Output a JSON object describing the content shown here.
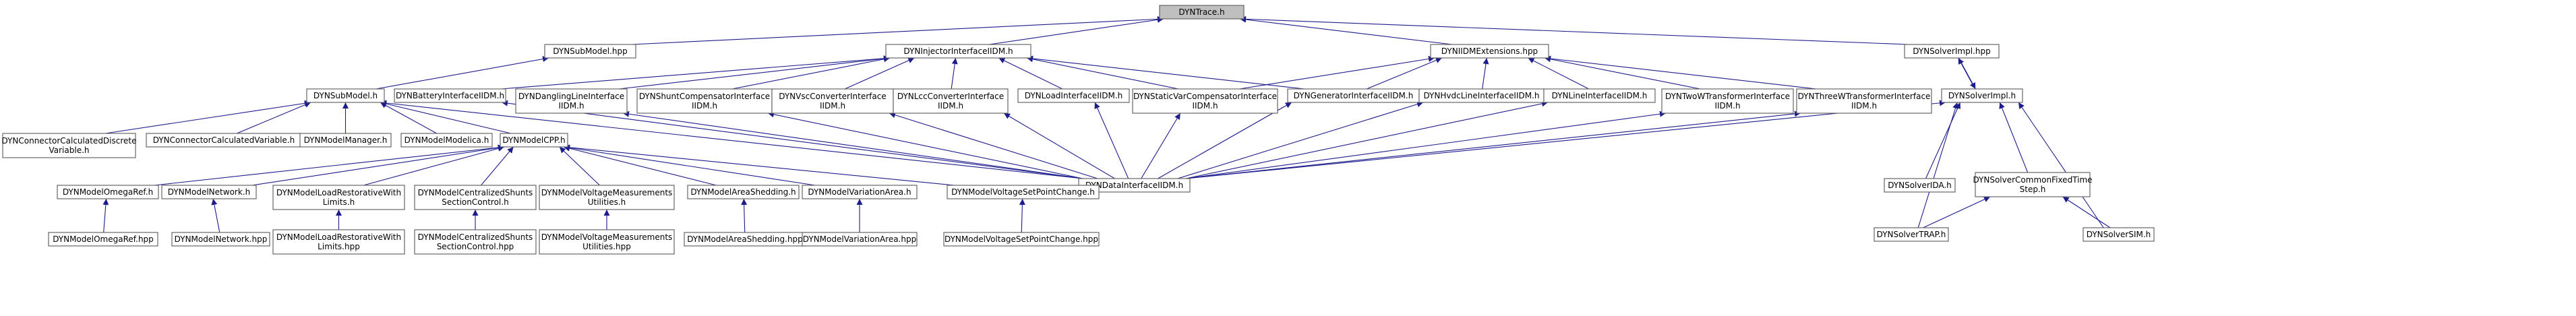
{
  "colors": {
    "edge": "#1c1c8c",
    "node_fill": "#ffffff",
    "root_fill": "#bfbfbf",
    "node_border": "#666666",
    "text": "#000000"
  },
  "nodes": {
    "trace": {
      "lines": [
        "DYNTrace.h"
      ],
      "root": true
    },
    "submodel_hpp": {
      "lines": [
        "DYNSubModel.hpp"
      ]
    },
    "injector": {
      "lines": [
        "DYNInjectorInterfaceIIDM.h"
      ]
    },
    "iidmext": {
      "lines": [
        "DYNIIDMExtensions.hpp"
      ]
    },
    "solverimpl_hpp": {
      "lines": [
        "DYNSolverImpl.hpp"
      ]
    },
    "submodel_h": {
      "lines": [
        "DYNSubModel.h"
      ]
    },
    "battery": {
      "lines": [
        "DYNBatteryInterfaceIIDM.h"
      ]
    },
    "dangling": {
      "lines": [
        "DYNDanglingLineInterface",
        "IIDM.h"
      ]
    },
    "shunt": {
      "lines": [
        "DYNShuntCompensatorInterface",
        "IIDM.h"
      ]
    },
    "vsc": {
      "lines": [
        "DYNVscConverterInterface",
        "IIDM.h"
      ]
    },
    "lcc": {
      "lines": [
        "DYNLccConverterInterface",
        "IIDM.h"
      ]
    },
    "load": {
      "lines": [
        "DYNLoadInterfaceIIDM.h"
      ]
    },
    "staticvar": {
      "lines": [
        "DYNStaticVarCompensatorInterface",
        "IIDM.h"
      ]
    },
    "generator": {
      "lines": [
        "DYNGeneratorInterfaceIIDM.h"
      ]
    },
    "hvdc": {
      "lines": [
        "DYNHvdcLineInterfaceIIDM.h"
      ]
    },
    "line": {
      "lines": [
        "DYNLineInterfaceIIDM.h"
      ]
    },
    "twowt": {
      "lines": [
        "DYNTwoWTransformerInterface",
        "IIDM.h"
      ]
    },
    "threewt": {
      "lines": [
        "DYNThreeWTransformerInterface",
        "IIDM.h"
      ]
    },
    "solverimpl_h": {
      "lines": [
        "DYNSolverImpl.h"
      ]
    },
    "conn_discrete": {
      "lines": [
        "DYNConnectorCalculatedDiscrete",
        "Variable.h"
      ]
    },
    "conn_calc": {
      "lines": [
        "DYNConnectorCalculatedVariable.h"
      ]
    },
    "modelmanager": {
      "lines": [
        "DYNModelManager.h"
      ]
    },
    "modelica": {
      "lines": [
        "DYNModelModelica.h"
      ]
    },
    "modelcpp": {
      "lines": [
        "DYNModelCPP.h"
      ]
    },
    "datainterface": {
      "lines": [
        "DYNDataInterfaceIIDM.h"
      ]
    },
    "solverida": {
      "lines": [
        "DYNSolverIDA.h"
      ]
    },
    "commonfixed": {
      "lines": [
        "DYNSolverCommonFixedTime",
        "Step.h"
      ]
    },
    "omegaref_h": {
      "lines": [
        "DYNModelOmegaRef.h"
      ]
    },
    "network_h": {
      "lines": [
        "DYNModelNetwork.h"
      ]
    },
    "loadrest_h": {
      "lines": [
        "DYNModelLoadRestorativeWith",
        "Limits.h"
      ]
    },
    "central_h": {
      "lines": [
        "DYNModelCentralizedShunts",
        "SectionControl.h"
      ]
    },
    "voltmeas_h": {
      "lines": [
        "DYNModelVoltageMeasurements",
        "Utilities.h"
      ]
    },
    "areashed_h": {
      "lines": [
        "DYNModelAreaShedding.h"
      ]
    },
    "variation_h": {
      "lines": [
        "DYNModelVariationArea.h"
      ]
    },
    "voltset_h": {
      "lines": [
        "DYNModelVoltageSetPointChange.h"
      ]
    },
    "soltrap": {
      "lines": [
        "DYNSolverTRAP.h"
      ]
    },
    "solsim": {
      "lines": [
        "DYNSolverSIM.h"
      ]
    },
    "omegaref_hpp": {
      "lines": [
        "DYNModelOmegaRef.hpp"
      ]
    },
    "network_hpp": {
      "lines": [
        "DYNModelNetwork.hpp"
      ]
    },
    "loadrest_hpp": {
      "lines": [
        "DYNModelLoadRestorativeWith",
        "Limits.hpp"
      ]
    },
    "central_hpp": {
      "lines": [
        "DYNModelCentralizedShunts",
        "SectionControl.hpp"
      ]
    },
    "voltmeas_hpp": {
      "lines": [
        "DYNModelVoltageMeasurements",
        "Utilities.hpp"
      ]
    },
    "areashed_hpp": {
      "lines": [
        "DYNModelAreaShedding.hpp"
      ]
    },
    "variation_hpp": {
      "lines": [
        "DYNModelVariationArea.hpp"
      ]
    },
    "voltset_hpp": {
      "lines": [
        "DYNModelVoltageSetPointChange.hpp"
      ]
    }
  },
  "edges": [
    [
      "submodel_hpp",
      "trace"
    ],
    [
      "injector",
      "trace"
    ],
    [
      "iidmext",
      "trace"
    ],
    [
      "solverimpl_hpp",
      "trace"
    ],
    [
      "submodel_h",
      "submodel_hpp"
    ],
    [
      "battery",
      "injector"
    ],
    [
      "dangling",
      "injector"
    ],
    [
      "shunt",
      "injector"
    ],
    [
      "vsc",
      "injector"
    ],
    [
      "lcc",
      "injector"
    ],
    [
      "load",
      "injector"
    ],
    [
      "staticvar",
      "injector"
    ],
    [
      "generator",
      "injector"
    ],
    [
      "staticvar",
      "iidmext"
    ],
    [
      "generator",
      "iidmext"
    ],
    [
      "hvdc",
      "iidmext"
    ],
    [
      "line",
      "iidmext"
    ],
    [
      "twowt",
      "iidmext"
    ],
    [
      "threewt",
      "iidmext"
    ],
    [
      "solverimpl_h",
      "solverimpl_hpp"
    ],
    [
      "solverimpl_hpp",
      "solverimpl_h"
    ],
    [
      "conn_discrete",
      "submodel_h"
    ],
    [
      "conn_calc",
      "submodel_h"
    ],
    [
      "modelmanager",
      "submodel_h"
    ],
    [
      "modelica",
      "submodel_h"
    ],
    [
      "modelcpp",
      "submodel_h"
    ],
    [
      "datainterface",
      "submodel_h"
    ],
    [
      "datainterface",
      "battery"
    ],
    [
      "datainterface",
      "dangling"
    ],
    [
      "datainterface",
      "shunt"
    ],
    [
      "datainterface",
      "vsc"
    ],
    [
      "datainterface",
      "lcc"
    ],
    [
      "datainterface",
      "load"
    ],
    [
      "datainterface",
      "staticvar"
    ],
    [
      "datainterface",
      "generator"
    ],
    [
      "datainterface",
      "hvdc"
    ],
    [
      "datainterface",
      "line"
    ],
    [
      "datainterface",
      "twowt"
    ],
    [
      "datainterface",
      "threewt"
    ],
    [
      "datainterface",
      "solverimpl_h"
    ],
    [
      "solverida",
      "solverimpl_h"
    ],
    [
      "commonfixed",
      "solverimpl_h"
    ],
    [
      "soltrap",
      "solverimpl_h"
    ],
    [
      "solsim",
      "solverimpl_h"
    ],
    [
      "soltrap",
      "commonfixed"
    ],
    [
      "solsim",
      "commonfixed"
    ],
    [
      "omegaref_h",
      "modelcpp"
    ],
    [
      "network_h",
      "modelcpp"
    ],
    [
      "loadrest_h",
      "modelcpp"
    ],
    [
      "central_h",
      "modelcpp"
    ],
    [
      "voltmeas_h",
      "modelcpp"
    ],
    [
      "areashed_h",
      "modelcpp"
    ],
    [
      "variation_h",
      "modelcpp"
    ],
    [
      "voltset_h",
      "modelcpp"
    ],
    [
      "omegaref_hpp",
      "omegaref_h"
    ],
    [
      "network_hpp",
      "network_h"
    ],
    [
      "loadrest_hpp",
      "loadrest_h"
    ],
    [
      "central_hpp",
      "central_h"
    ],
    [
      "voltmeas_hpp",
      "voltmeas_h"
    ],
    [
      "areashed_hpp",
      "areashed_h"
    ],
    [
      "variation_hpp",
      "variation_h"
    ],
    [
      "voltset_hpp",
      "voltset_h"
    ]
  ]
}
